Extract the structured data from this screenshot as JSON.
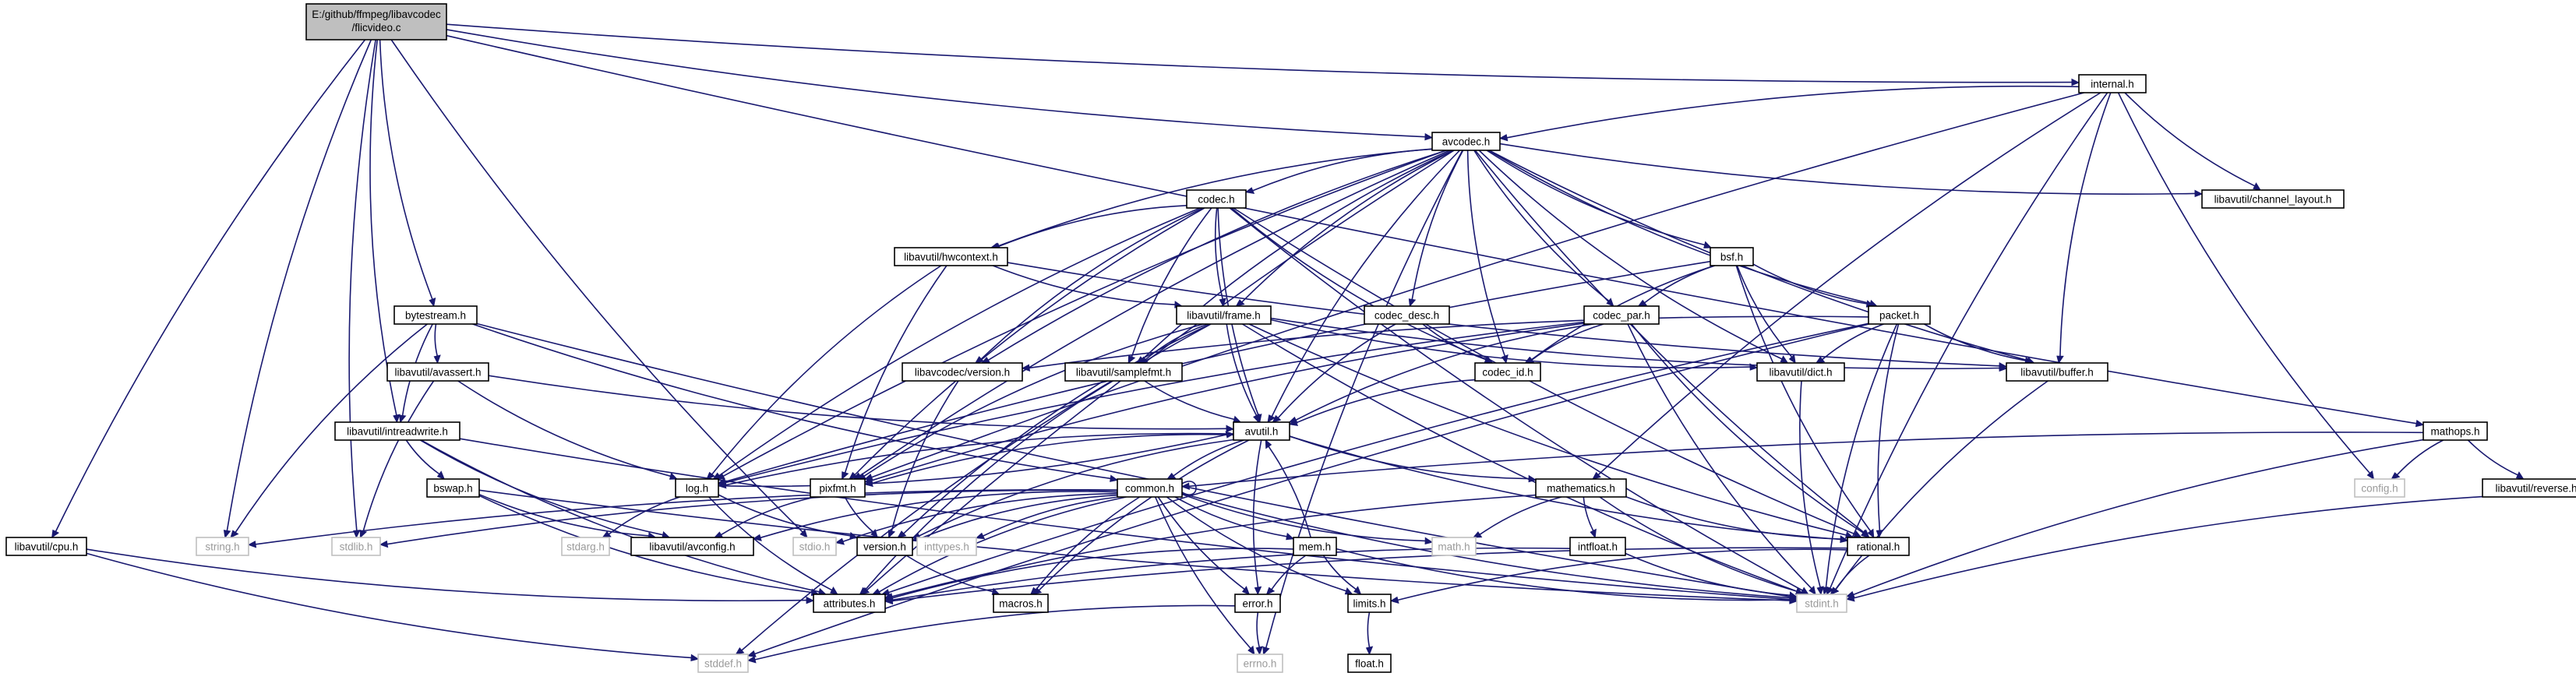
{
  "graph": {
    "root_lines": [
      "E:/github/ffmpeg/libavcodec",
      "/flicvideo.c"
    ],
    "nodes": {
      "internal_h": "internal.h",
      "avcodec_h": "avcodec.h",
      "codec_h": "codec.h",
      "hwcontext_h": "libavutil/hwcontext.h",
      "channel_layout_h": "libavutil/channel_layout.h",
      "bsf_h": "bsf.h",
      "bytestream_h": "bytestream.h",
      "frame_h": "libavutil/frame.h",
      "codec_desc_h": "codec_desc.h",
      "codec_par_h": "codec_par.h",
      "packet_h": "packet.h",
      "avassert_h": "libavutil/avassert.h",
      "avcodec_version_h": "libavcodec/version.h",
      "samplefmt_h": "libavutil/samplefmt.h",
      "codec_id_h": "codec_id.h",
      "dict_h": "libavutil/dict.h",
      "buffer_h": "libavutil/buffer.h",
      "intreadwrite_h": "libavutil/intreadwrite.h",
      "avutil_h": "avutil.h",
      "mathops_h": "mathops.h",
      "log_h": "log.h",
      "pixfmt_h": "pixfmt.h",
      "common_h": "common.h",
      "mathematics_h": "mathematics.h",
      "bswap_h": "bswap.h",
      "config_h": "config.h",
      "reverse_h": "libavutil/reverse.h",
      "cpu_h": "libavutil/cpu.h",
      "string_h": "string.h",
      "stdlib_h": "stdlib.h",
      "stdarg_h": "stdarg.h",
      "avconfig_h": "libavutil/avconfig.h",
      "stdio_h": "stdio.h",
      "inttypes_h": "inttypes.h",
      "version_h": "version.h",
      "math_h": "math.h",
      "mem_h": "mem.h",
      "intfloat_h": "intfloat.h",
      "rational_h": "rational.h",
      "attributes_h": "attributes.h",
      "macros_h": "macros.h",
      "error_h": "error.h",
      "limits_h": "limits.h",
      "stdint_h": "stdint.h",
      "stddef_h": "stddef.h",
      "errno_h": "errno.h",
      "float_h": "float.h"
    }
  }
}
